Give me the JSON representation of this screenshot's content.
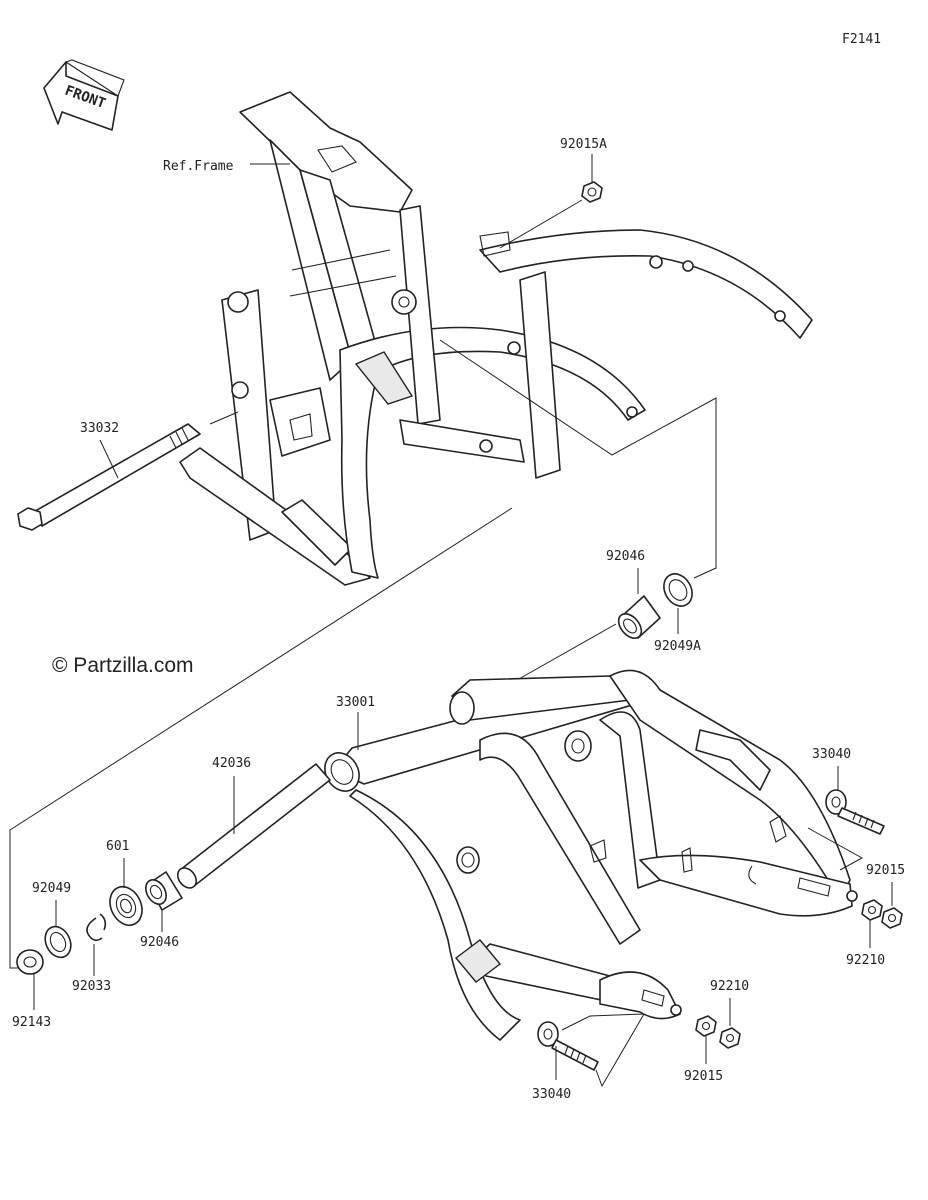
{
  "diagram_code": "F2141",
  "copyright": "© Partzilla.com",
  "front_label": "FRONT",
  "frame_ref": "Ref.Frame",
  "callouts": [
    {
      "id": "92015A",
      "text": "92015A"
    },
    {
      "id": "33032",
      "text": "33032"
    },
    {
      "id": "92046_top",
      "text": "92046"
    },
    {
      "id": "92049A",
      "text": "92049A"
    },
    {
      "id": "33001",
      "text": "33001"
    },
    {
      "id": "42036",
      "text": "42036"
    },
    {
      "id": "601",
      "text": "601"
    },
    {
      "id": "92049",
      "text": "92049"
    },
    {
      "id": "92046_low",
      "text": "92046"
    },
    {
      "id": "92033",
      "text": "92033"
    },
    {
      "id": "92143",
      "text": "92143"
    },
    {
      "id": "33040_right",
      "text": "33040"
    },
    {
      "id": "92015_right",
      "text": "92015"
    },
    {
      "id": "92210_right",
      "text": "92210"
    },
    {
      "id": "92015_bottom",
      "text": "92015"
    },
    {
      "id": "92210_bottom",
      "text": "92210"
    },
    {
      "id": "33040_bottom",
      "text": "33040"
    }
  ]
}
